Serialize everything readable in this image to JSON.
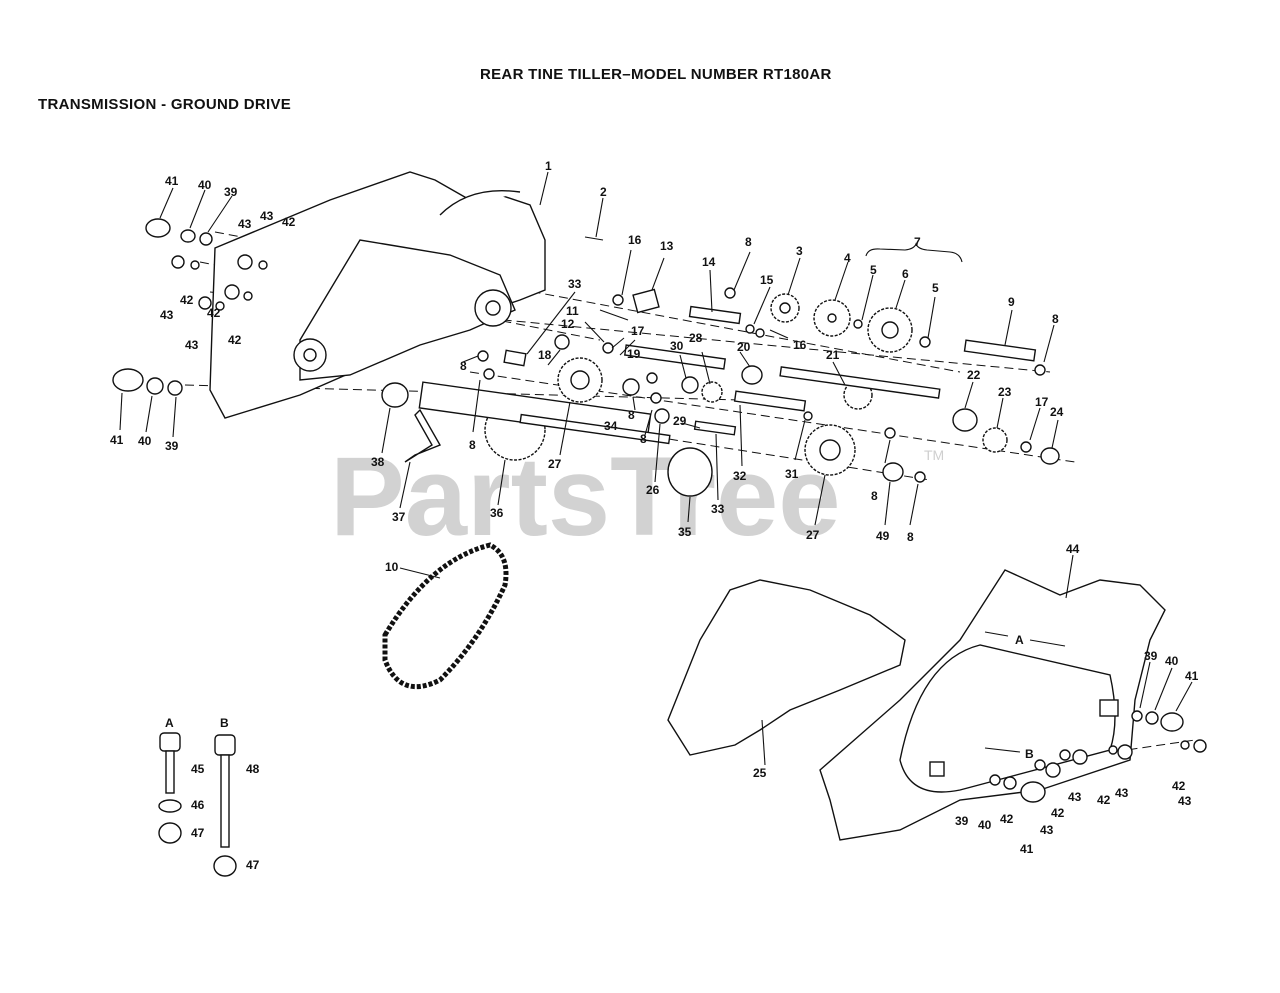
{
  "header": {
    "title": "REAR TINE TILLER–MODEL NUMBER RT180AR",
    "subtitle": "TRANSMISSION - GROUND DRIVE"
  },
  "watermark": {
    "text": "PartsTree",
    "trademark": "TM"
  },
  "colors": {
    "ink": "#111111",
    "watermark": "#d2d2d2",
    "background": "#ffffff"
  },
  "hardware_key": {
    "A": {
      "letter": "A",
      "items": [
        "45",
        "46",
        "47"
      ]
    },
    "B": {
      "letter": "B",
      "items": [
        "48",
        "47"
      ]
    }
  },
  "callouts": {
    "c1": "1",
    "c2": "2",
    "c3": "3",
    "c4": "4",
    "c5a": "5",
    "c5b": "5",
    "c6": "6",
    "c7": "7",
    "c8a": "8",
    "c8b": "8",
    "c8c": "8",
    "c8d": "8",
    "c8e": "8",
    "c8f": "8",
    "c8g": "8",
    "c8h": "8",
    "c9": "9",
    "c10": "10",
    "c11": "11",
    "c12": "12",
    "c13": "13",
    "c14": "14",
    "c15": "15",
    "c16a": "16",
    "c16b": "16",
    "c17a": "17",
    "c17b": "17",
    "c18": "18",
    "c19": "19",
    "c20": "20",
    "c21": "21",
    "c22": "22",
    "c23": "23",
    "c24": "24",
    "c25": "25",
    "c26": "26",
    "c27a": "27",
    "c27b": "27",
    "c28": "28",
    "c29": "29",
    "c30": "30",
    "c31": "31",
    "c32": "32",
    "c33a": "33",
    "c33b": "33",
    "c34": "34",
    "c35": "35",
    "c36": "36",
    "c37": "37",
    "c38": "38",
    "c39a": "39",
    "c39b": "39",
    "c39c": "39",
    "c39d": "39",
    "c40a": "40",
    "c40b": "40",
    "c40c": "40",
    "c40d": "40",
    "c41a": "41",
    "c41b": "41",
    "c41c": "41",
    "c41d": "41",
    "c42a": "42",
    "c42b": "42",
    "c42c": "42",
    "c42d": "42",
    "c42e": "42",
    "c42f": "42",
    "c42g": "42",
    "c42h": "42",
    "c43a": "43",
    "c43b": "43",
    "c43c": "43",
    "c43d": "43",
    "c43e": "43",
    "c43f": "43",
    "c43g": "43",
    "c43h": "43",
    "c44": "44",
    "c49": "49",
    "refA": "A",
    "refB": "B"
  }
}
